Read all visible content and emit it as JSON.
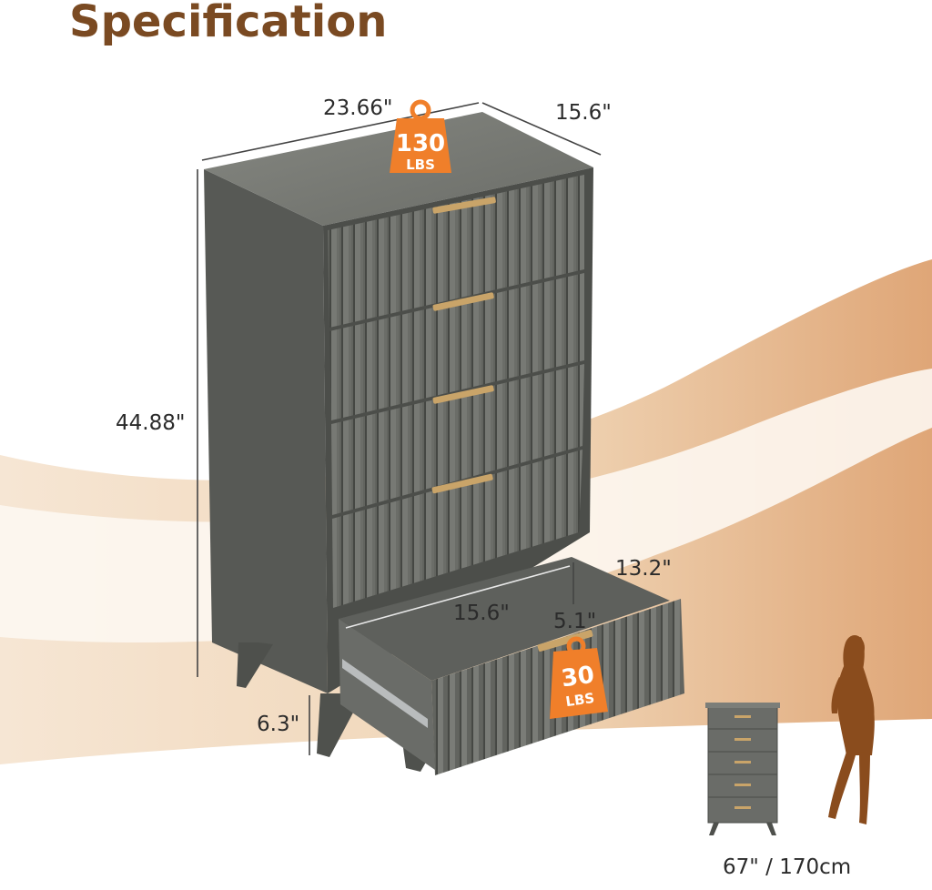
{
  "title": "Specification",
  "dimensions": {
    "width": "23.66\"",
    "depth": "15.6\"",
    "height": "44.88\"",
    "leg_height": "6.3\"",
    "drawer_depth": "13.2\"",
    "drawer_width": "15.6\"",
    "drawer_height": "5.1\""
  },
  "badges": {
    "top_load_value": "130",
    "top_load_unit": "LBS",
    "drawer_load_value": "30",
    "drawer_load_unit": "LBS"
  },
  "scale_reference": {
    "person_height": "67\" / 170cm"
  },
  "colors": {
    "title": "#7a4a22",
    "badge": "#f07f2a",
    "wood": "#5d5f5c",
    "handle": "#c9a469",
    "silhouette": "#8a4c1d",
    "backdrop": "#e9c8a5"
  },
  "icon_names": [
    "weight-icon",
    "woman-silhouette-icon"
  ]
}
